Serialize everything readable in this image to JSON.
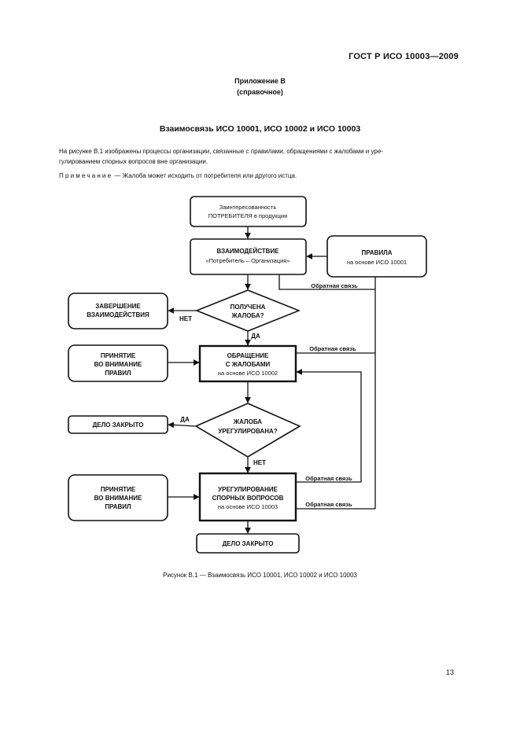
{
  "header": {
    "standard": "ГОСТ  Р ИСО 10003—2009"
  },
  "appendix": {
    "title": "Приложение В",
    "subtitle": "(справочное)"
  },
  "section_title": "Взаимосвязь ИСО 10001, ИСО 10002 и ИСО 10003",
  "paragraph1": {
    "line1": "На рисунке В.1 изображены процессы организации, связанные с правилами, обращениями с жалобами и уре-",
    "line2": "гулированием спорных вопросов вне организации."
  },
  "note": {
    "label": "Примечание",
    "text": " — Жалоба может исходить от потребителя или другого истца."
  },
  "flowchart": {
    "interested_1": "Заинтересованность",
    "interested_2": "ПОТРЕБИТЕЛЯ в продукции",
    "interaction_1": "ВЗАИМОДЕЙСТВИЕ",
    "interaction_2": "«Потребитель – Организация»",
    "rules_1": "ПРАВИЛА",
    "rules_2": "на основе ИСО 10001",
    "feedback_1": "Обратная связь",
    "end_1": "ЗАВЕРШЕНИЕ",
    "end_2": "ВЗАИМОДЕЙСТВИЯ",
    "no_1": "НЕТ",
    "received_1": "ПОЛУЧЕНА",
    "received_2": "ЖАЛОБА?",
    "yes_1": "ДА",
    "accept1_1": "ПРИНЯТИЕ",
    "accept1_2": "ВО ВНИМАНИЕ",
    "accept1_3": "ПРАВИЛ",
    "handling_1": "ОБРАЩЕНИЕ",
    "handling_2": "С ЖАЛОБАМИ",
    "handling_3": "на основе ИСО 10002",
    "feedback_2": "Обратная связь",
    "closed_1": "ДЕЛО ЗАКРЫТО",
    "yes_2": "ДА",
    "resolved_1": "ЖАЛОБА",
    "resolved_2": "УРЕГУЛИРОВАНА?",
    "no_2": "НЕТ",
    "accept2_1": "ПРИНЯТИЕ",
    "accept2_2": "ВО ВНИМАНИЕ",
    "accept2_3": "ПРАВИЛ",
    "dispute_1": "УРЕГУЛИРОВАНИЕ",
    "dispute_2": "СПОРНЫХ ВОПРОСОВ",
    "dispute_3": "на основе ИСО 10003",
    "feedback_3": "Обратная связь",
    "feedback_4": "Обратная связь",
    "closed_2": "ДЕЛО ЗАКРЫТО"
  },
  "caption": "Рисунок  В.1 — Взаимосвязь ИСО 10001, ИСО 10002 и ИСО 10003",
  "page_number": "13"
}
